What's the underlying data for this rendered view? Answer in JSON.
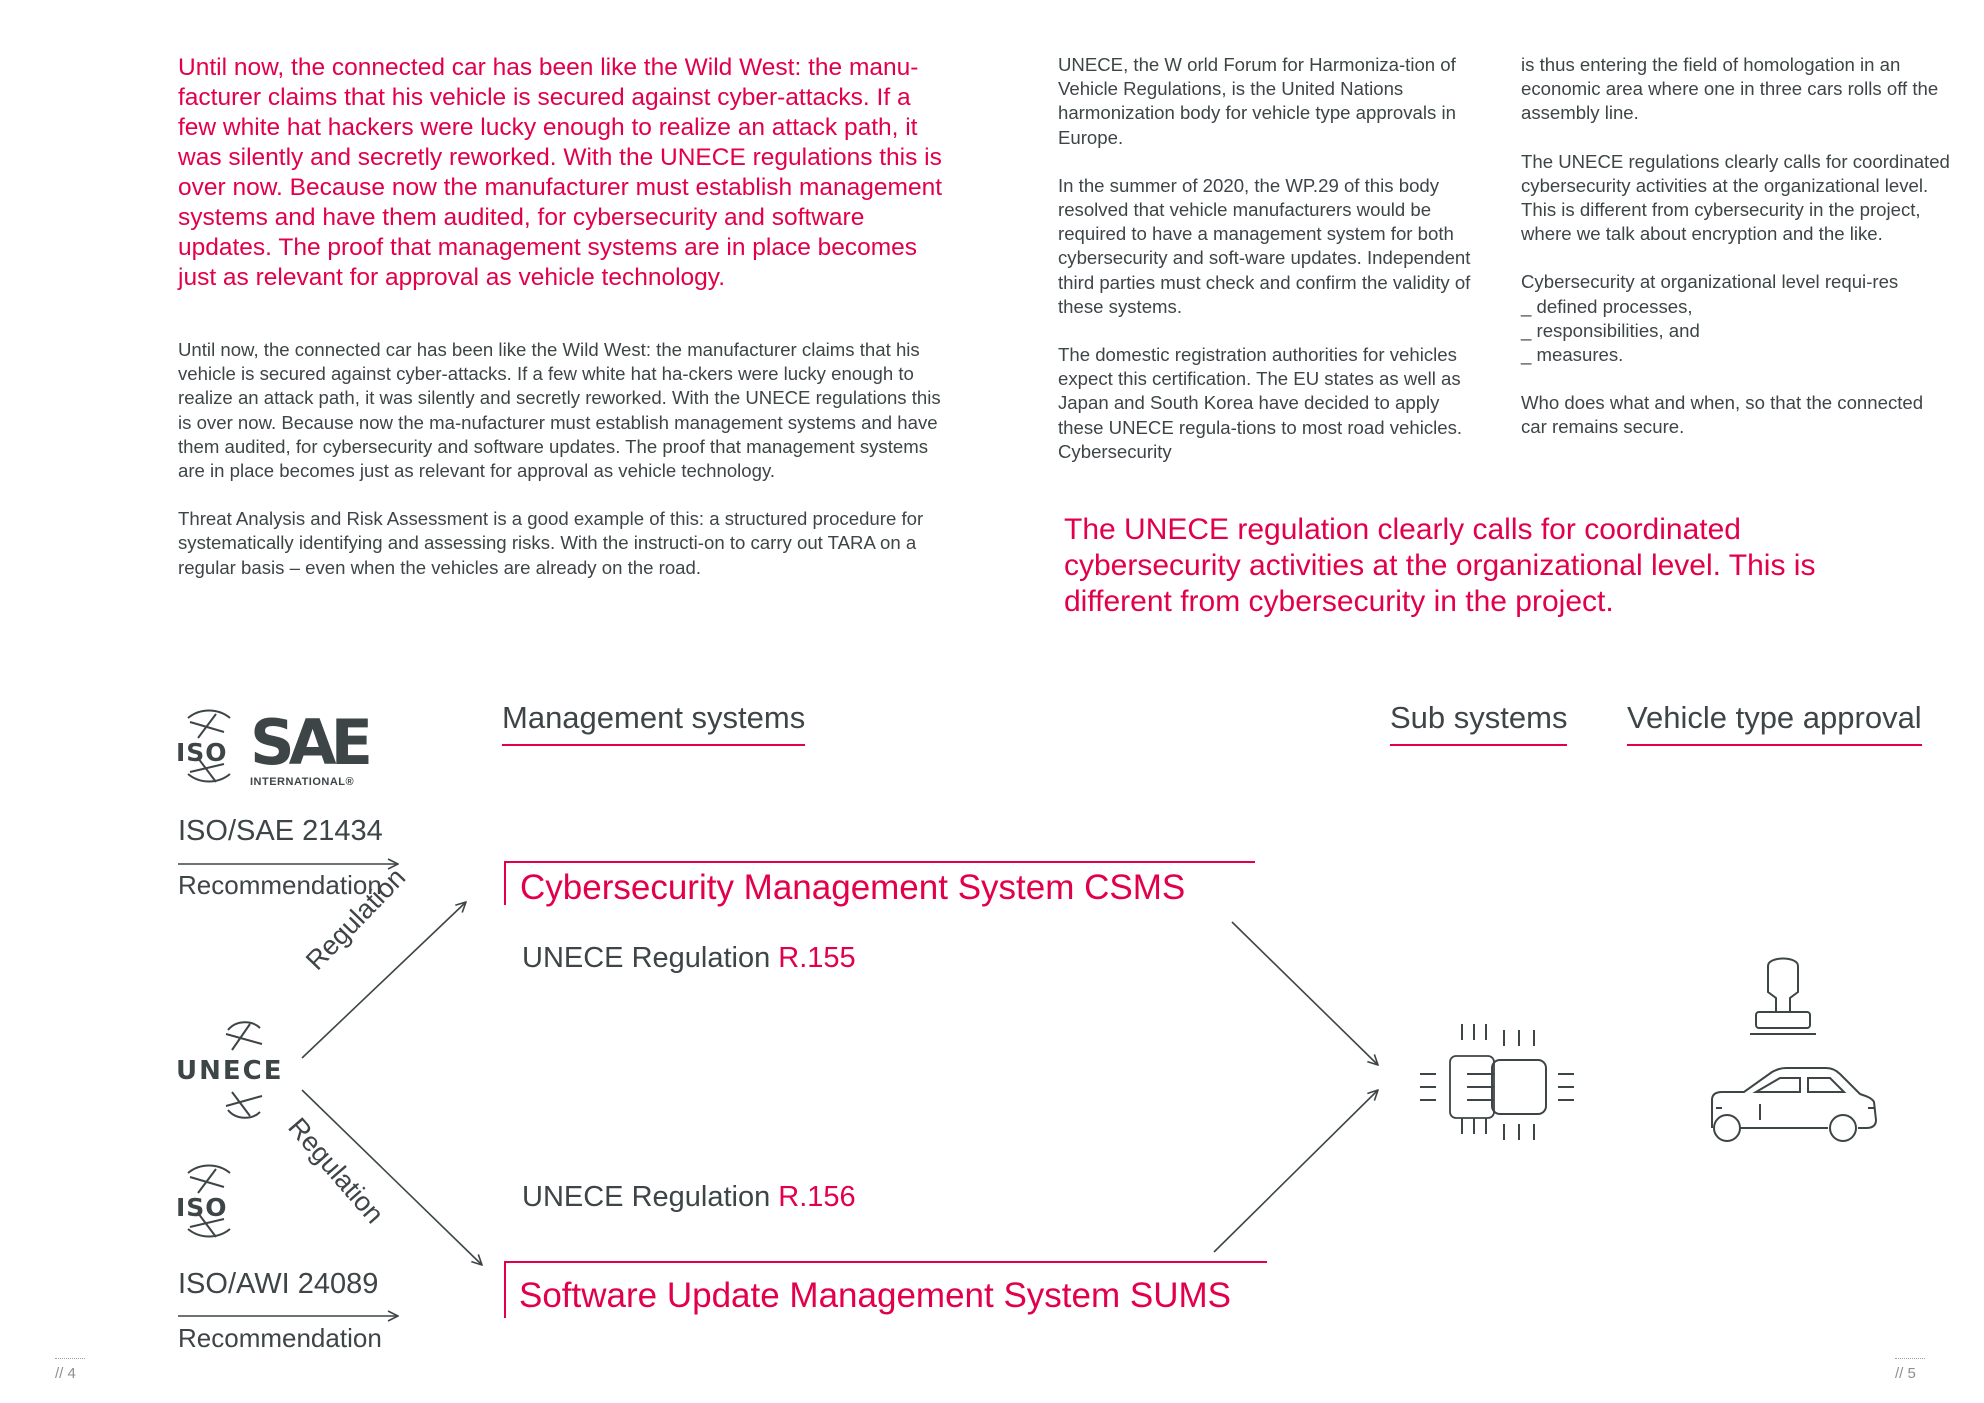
{
  "text": {
    "lead": "Until now, the connected car has been like the Wild West: the manu-facturer claims that his vehicle is secured against cyber-attacks. If a few white hat hackers were lucky enough to realize an attack path, it was silently and secretly reworked. With the UNECE regulations this is over now. Because now the manufacturer must establish management systems and have them audited, for cybersecurity and software updates. The proof that management systems are in place becomes just as relevant for approval as vehicle technology.",
    "col1_p1": "Until now, the connected car has been like the Wild West: the manufacturer claims that his vehicle is secured against cyber-attacks. If a few white hat ha-ckers were lucky enough to realize an attack path, it was silently and secretly reworked. With the UNECE regulations this is over now. Because now the ma-nufacturer must establish management systems and have them audited, for cybersecurity and software updates. The proof that management systems are in place becomes just as relevant for approval as vehicle technology.",
    "col1_p2": "Threat Analysis and Risk Assessment is a good example of this: a structured procedure for systematically identifying and assessing risks. With the instructi-on to carry out TARA on a regular basis – even when the vehicles are already on the road.",
    "col2_p1": "UNECE, the W orld Forum for Harmoniza-tion of Vehicle Regulations, is the United Nations harmonization body for vehicle type approvals in Europe.",
    "col2_p2": "In the summer of 2020, the WP.29 of this body resolved that vehicle manufacturers would be required to have a management system for both cybersecurity and soft-ware updates. Independent third parties must check and confirm the validity of these systems.",
    "col2_p3": "The domestic registration authorities for vehicles expect this certification. The EU states as well as Japan and South Korea have decided to apply these UNECE regula-tions to most road vehicles. Cybersecurity",
    "col3_p1": "is thus entering the field of homologation in an economic area where one in three cars rolls off the assembly line.",
    "col3_p2": "The UNECE regulations clearly calls for coordinated cybersecurity activities at the organizational level. This is different from cybersecurity in the project, where we talk about encryption and the like.",
    "col3_p3_intro": "Cybersecurity at organizational level requi-res",
    "col3_list": [
      "_ defined processes,",
      "_ responsibilities, and",
      "_ measures."
    ],
    "col3_p4": "Who does what and when, so that the connected car remains secure.",
    "quote": "The UNECE regulation clearly calls for coordinated cybersecurity activities at the organizational level. This is different from cybersecurity in the project."
  },
  "diagram": {
    "headings": {
      "management": "Management systems",
      "sub": "Sub systems",
      "approval": "Vehicle type approval"
    },
    "logos": {
      "iso_top": "ISO",
      "sae": "SAE",
      "sae_sub": "INTERNATIONAL",
      "sae_reg": "®",
      "unece": "UNECE",
      "iso_bottom": "ISO"
    },
    "standards": {
      "top_name": "ISO/SAE 21434",
      "top_label": "Recommendation",
      "bottom_name": "ISO/AWI 24089",
      "bottom_label": "Recommendation"
    },
    "regulation_label_top": "Regulation",
    "regulation_label_bottom": "Regulation",
    "csms": {
      "title": "Cybersecurity Management System ",
      "abbr": "CSMS",
      "reg_prefix": "UNECE Regulation ",
      "reg_code": "R.155"
    },
    "sums": {
      "title": "Software Update Management System ",
      "abbr": "SUMS",
      "reg_prefix": "UNECE Regulation ",
      "reg_code": "R.156"
    },
    "icons": {
      "chip": "chip-icon",
      "stamp": "stamp-icon",
      "car": "car-icon"
    }
  },
  "footer": {
    "page_left": "// 4",
    "page_right": "// 5"
  },
  "colors": {
    "accent": "#e2004a",
    "text": "#3d4547"
  }
}
